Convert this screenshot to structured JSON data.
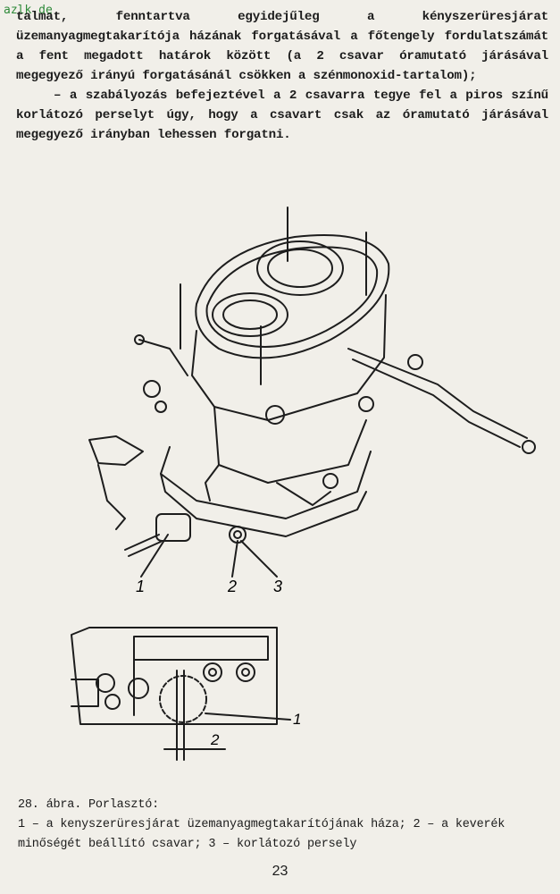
{
  "watermark": "azlk.de",
  "body": {
    "para1": "talmat, fenntartva egyidejűleg a kényszerüresjárat üzemanyagmegtakarítója házának forgatásával a főtengely fordulatszámát a fent megadott határok között (a 2 csavar óramutató járásával megegyező irányú forgatásánál csökken a szénmonoxid-tartalom);",
    "para2": "– a szabályozás befejeztével a 2 csavarra tegye fel a piros színű korlátozó perselyt úgy, hogy a csavart csak az óramutató járásával megegyező irányban lehessen forgatni."
  },
  "figure_top": {
    "labels": [
      "1",
      "2",
      "3"
    ]
  },
  "figure_bottom": {
    "labels": [
      "1",
      "2"
    ]
  },
  "caption": {
    "title": "28. ábra. Porlasztó:",
    "text": "1 – a kenyszerüresjárat üzemanyagmegtakarítójának háza; 2 – a keverék minőségét beállító csavar; 3 – korlátozó persely"
  },
  "page_number": "23"
}
